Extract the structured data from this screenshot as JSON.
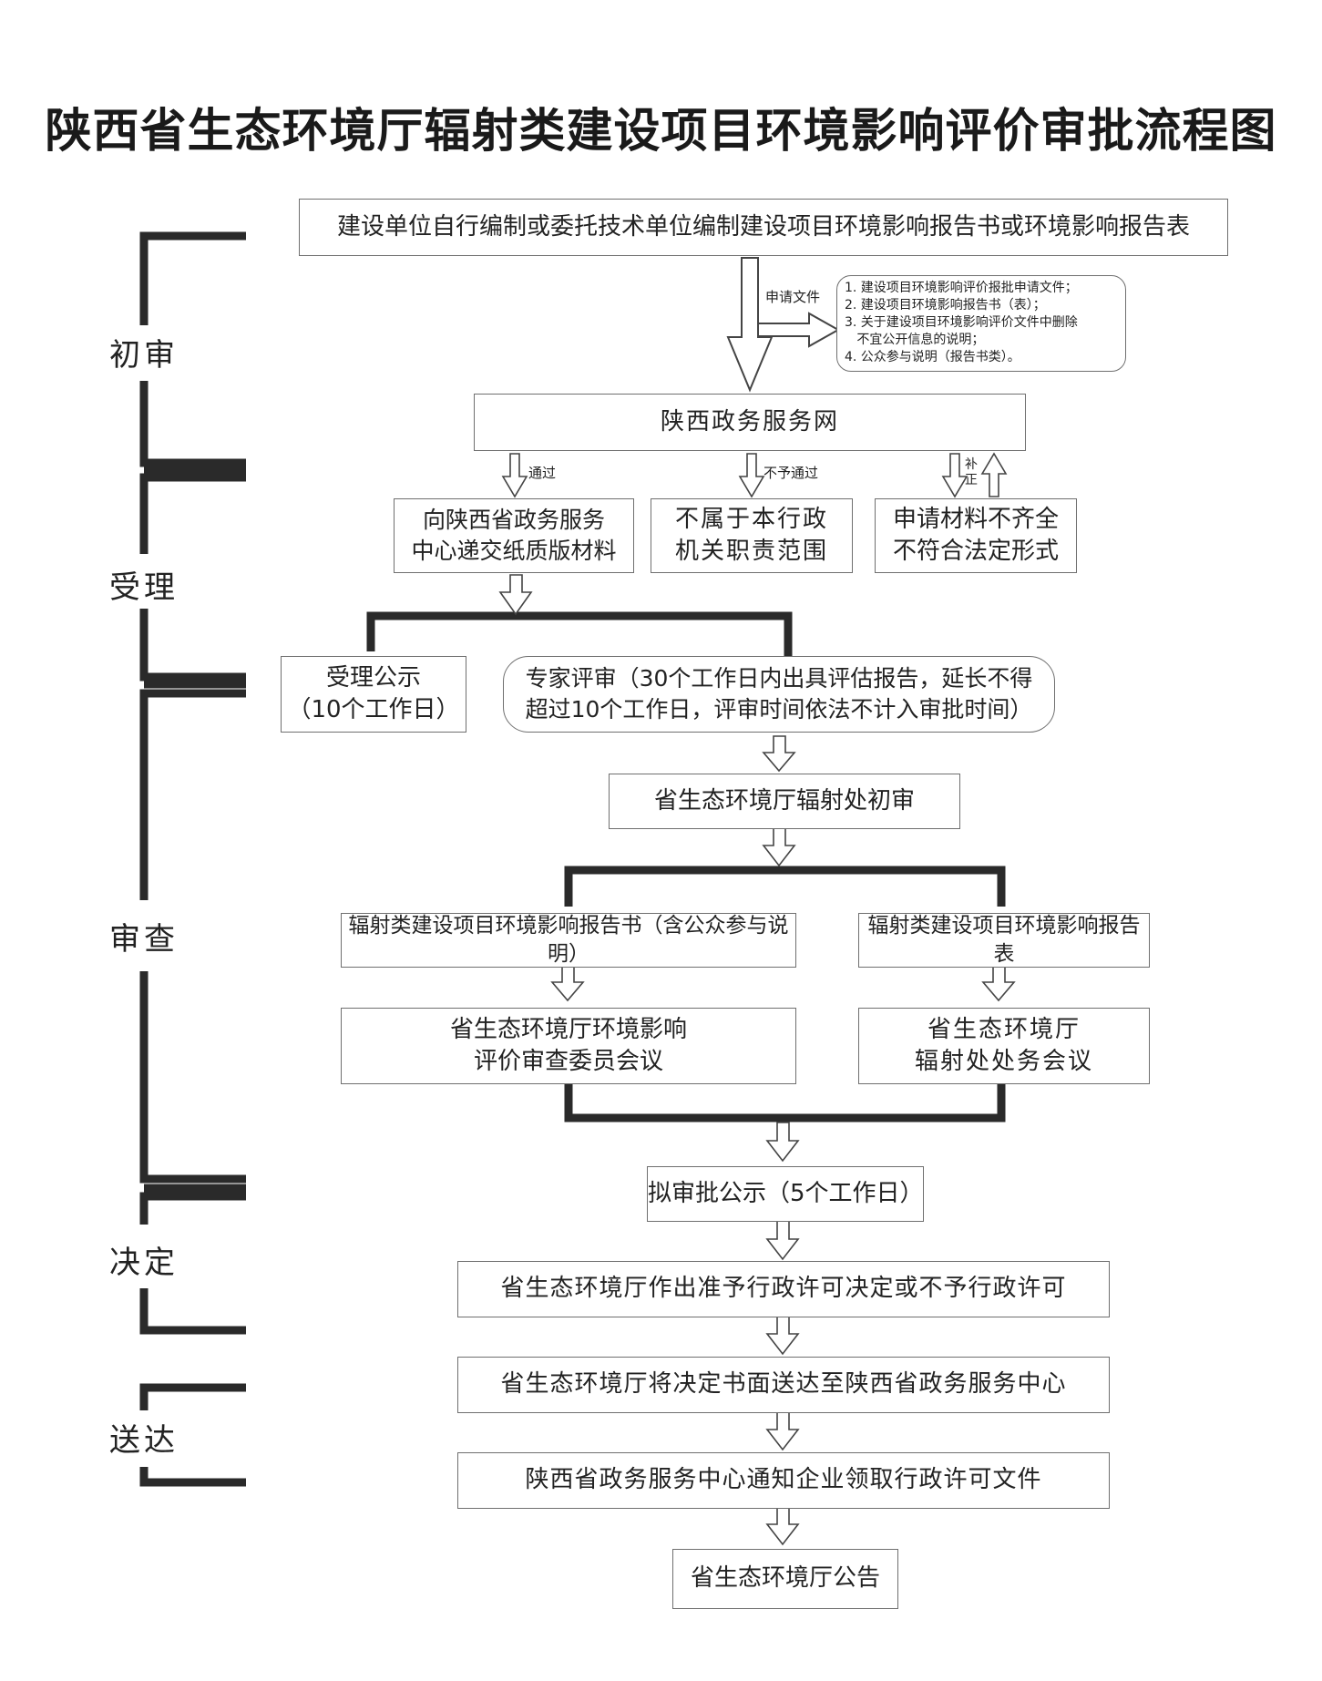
{
  "title": "陕西省生态环境厅辐射类建设项目环境影响评价审批流程图",
  "stages": [
    "初审",
    "受理",
    "审查",
    "决定",
    "送达"
  ],
  "boxes": {
    "prepare": "建设单位自行编制或委托技术单位编制建设项目环境影响报告书或环境影响报告表",
    "portal": "陕西政务服务网",
    "submit_paper_1": "向陕西省政务服务",
    "submit_paper_2": "中心递交纸质版材料",
    "out_of_scope_1": "不属于本行政",
    "out_of_scope_2": "机关职责范围",
    "incomplete_1": "申请材料不齐全",
    "incomplete_2": "不符合法定形式",
    "acceptance_notice_1": "受理公示",
    "acceptance_notice_2": "（10个工作日）",
    "expert_review_1": "专家评审（30个工作日内出具评估报告，延长不得",
    "expert_review_2": "超过10个工作日，评审时间依法不计入审批时间）",
    "preliminary_review": "省生态环境厅辐射处初审",
    "report_book": "辐射类建设项目环境影响报告书（含公众参与说明）",
    "report_form": "辐射类建设项目环境影响报告表",
    "committee_1": "省生态环境厅环境影响",
    "committee_2": "评价审查委员会议",
    "office_meeting_1": "省生态环境厅",
    "office_meeting_2": "辐射处处务会议",
    "approval_notice": "拟审批公示（5个工作日）",
    "decision": "省生态环境厅作出准予行政许可决定或不予行政许可",
    "deliver": "省生态环境厅将决定书面送达至陕西省政务服务中心",
    "notify": "陕西省政务服务中心通知企业领取行政许可文件",
    "announcement": "省生态环境厅公告"
  },
  "labels": {
    "application_docs": "申请文件",
    "pass": "通过",
    "not_pass": "不予通过",
    "supplement_1": "补",
    "supplement_2": "正"
  },
  "documents_note": [
    "1. 建设项目环境影响评价报批申请文件；",
    "2. 建设项目环境影响报告书（表）；",
    "3. 关于建设项目环境影响评价文件中删除",
    "   不宜公开信息的说明；",
    "4. 公众参与说明（报告书类）。"
  ]
}
